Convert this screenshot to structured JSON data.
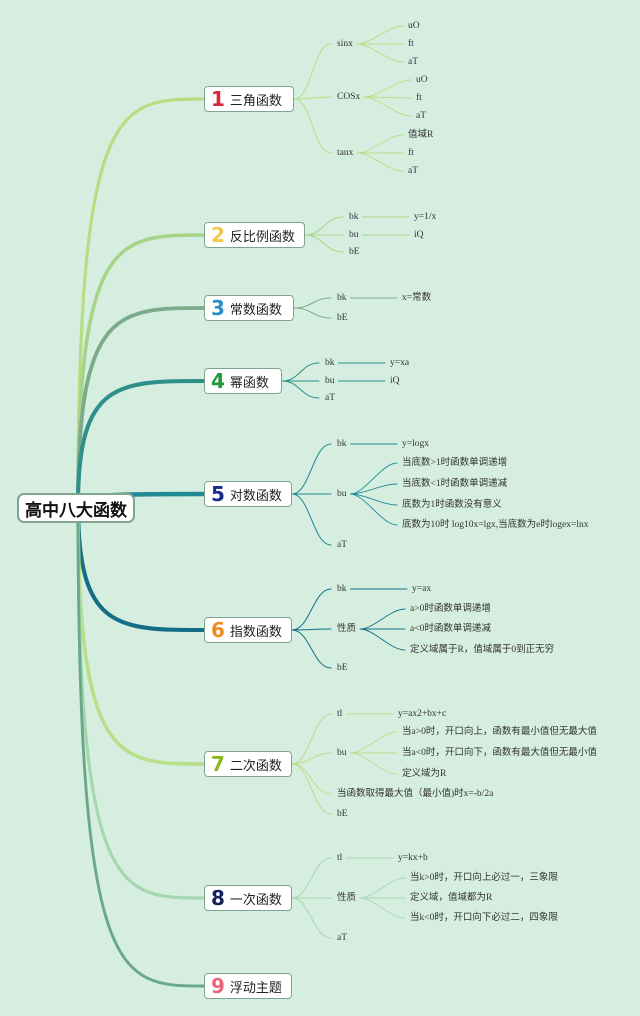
{
  "central": "高中八大函数",
  "branches": [
    {
      "num": "1",
      "title": "三角函数",
      "numColor": "#d7263d",
      "lineColor": "#b8dc82",
      "items": [
        {
          "label": "sinx",
          "children": [
            "uO",
            "ft",
            "aT"
          ]
        },
        {
          "label": "COSx",
          "children": [
            "uO",
            "ft",
            "aT"
          ]
        },
        {
          "label": "tanx",
          "children": [
            "值域R",
            "ft",
            "aT"
          ]
        }
      ]
    },
    {
      "num": "2",
      "title": "反比例函数",
      "numColor": "#f2c94c",
      "lineColor": "#a8d48a",
      "items": [
        {
          "label": "bk",
          "children": [
            "y=1/x"
          ]
        },
        {
          "label": "bu",
          "children": [
            "iQ"
          ]
        },
        {
          "label": "bE",
          "children": []
        }
      ]
    },
    {
      "num": "3",
      "title": "常数函数",
      "numColor": "#2a8fc9",
      "lineColor": "#7bab8a",
      "items": [
        {
          "label": "bk",
          "children": [
            "x=常数"
          ]
        },
        {
          "label": "bE",
          "children": []
        }
      ]
    },
    {
      "num": "4",
      "title": "幂函数",
      "numColor": "#1e9b3a",
      "lineColor": "#2f8f8a",
      "items": [
        {
          "label": "bk",
          "children": [
            "y=xa"
          ]
        },
        {
          "label": "bu",
          "children": [
            "iQ"
          ]
        },
        {
          "label": "aT",
          "children": []
        }
      ]
    },
    {
      "num": "5",
      "title": "对数函数",
      "numColor": "#1a2c8c",
      "lineColor": "#1f8a96",
      "items": [
        {
          "label": "bk",
          "children": [
            "y=logx"
          ]
        },
        {
          "label": "bu",
          "children": [
            "当底数>1时函数单调递增",
            "当底数<1时函数单调递减",
            "底数为1时函数没有意义",
            "底数为10时 log10x=lgx,当底数为e时logex=lnx"
          ]
        },
        {
          "label": "aT",
          "children": []
        }
      ]
    },
    {
      "num": "6",
      "title": "指数函数",
      "numColor": "#f08a24",
      "lineColor": "#146f86",
      "items": [
        {
          "label": "bk",
          "children": [
            "y=ax"
          ]
        },
        {
          "label": "性质",
          "children": [
            "a>0时函数单调递增",
            "a<0时函数单调递减",
            "定义域属于R，值域属于0到正无穷"
          ]
        },
        {
          "label": "bE",
          "children": []
        }
      ]
    },
    {
      "num": "7",
      "title": "二次函数",
      "numColor": "#8cb81f",
      "lineColor": "#b8e08a",
      "items": [
        {
          "label": "tl",
          "children": [
            "y=ax2+bx+c"
          ]
        },
        {
          "label": "bu",
          "children": [
            "当a>0时，开口向上，函数有最小值但无最大值",
            "当a<0时，开口向下，函数有最大值但无最小值",
            "定义域为R"
          ]
        },
        {
          "label": "当函数取得最大值（最小值)时x=-b/2a",
          "children": []
        },
        {
          "label": "bE",
          "children": []
        }
      ]
    },
    {
      "num": "8",
      "title": "一次函数",
      "numColor": "#14205e",
      "lineColor": "#a6d8b0",
      "items": [
        {
          "label": "tl",
          "children": [
            "y=kx+b"
          ]
        },
        {
          "label": "性质",
          "children": [
            "当k>0时，开口向上必过一，三象限",
            "定义域，值域都为R",
            "当k<0时，开口向下必过二，四象限"
          ]
        },
        {
          "label": "aT",
          "children": []
        }
      ]
    },
    {
      "num": "9",
      "title": "浮动主题",
      "numColor": "#e8677a",
      "lineColor": "#6aa88a",
      "items": []
    }
  ]
}
